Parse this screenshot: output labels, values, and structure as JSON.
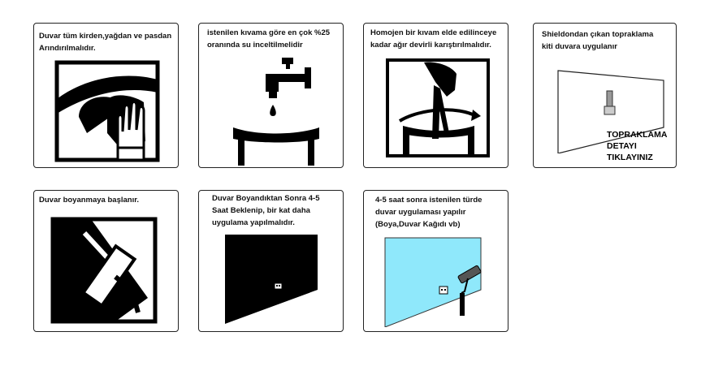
{
  "steps": [
    {
      "caption": "Duvar tüm kirden,yağdan ve pasdan\nArındırılmalıdır."
    },
    {
      "caption": "istenilen  kıvama göre en çok %25\noranında su inceltilmelidir"
    },
    {
      "caption": "Homojen bir kıvam elde edilinceye\nkadar ağır devirli karıştırılmalıdır."
    },
    {
      "caption": "Shieldondan çıkan topraklama\nkiti duvara uygulanır"
    },
    {
      "caption": "Duvar boyanmaya başlanır."
    },
    {
      "caption": "Duvar Boyandıktan Sonra 4-5\nSaat Beklenip, bir kat daha\nuygulama yapılmalıdır."
    },
    {
      "caption": "4-5 saat sonra istenilen türde\nduvar uygulaması yapılır\n(Boya,Duvar Kağıdı vb)"
    }
  ],
  "grounding_link": "TOPRAKLAMA\nDETAYI\nTIKLAYINIZ",
  "colors": {
    "border": "#222222",
    "wall_finished": "#8fe8fb",
    "ink": "#000000"
  }
}
